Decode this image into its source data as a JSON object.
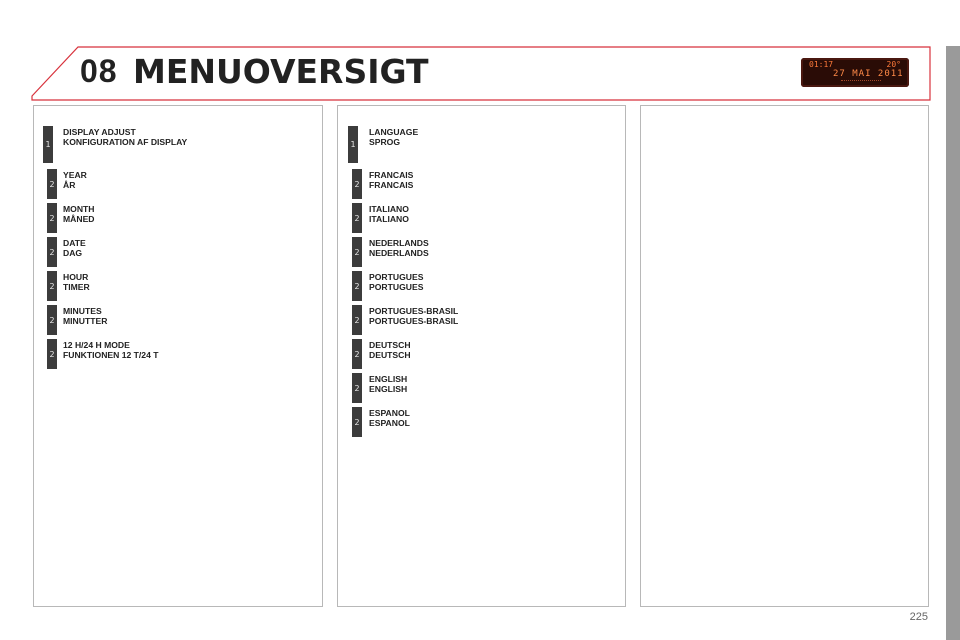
{
  "header": {
    "chapter": "08",
    "title": "MENUOVERSIGT"
  },
  "display": {
    "time": "01:17",
    "temperature": "20°",
    "date": "27 MAI 2011"
  },
  "left_column": [
    {
      "level": "1",
      "lines": [
        "DISPLAY ADJUST",
        "KONFIGURATION AF DISPLAY"
      ]
    },
    {
      "level": "2",
      "lines": [
        "YEAR",
        "ÅR"
      ]
    },
    {
      "level": "2",
      "lines": [
        "MONTH",
        "MÅNED"
      ]
    },
    {
      "level": "2",
      "lines": [
        "DATE",
        "DAG"
      ]
    },
    {
      "level": "2",
      "lines": [
        "HOUR",
        "TIMER"
      ]
    },
    {
      "level": "2",
      "lines": [
        "MINUTES",
        "MINUTTER"
      ]
    },
    {
      "level": "2",
      "lines": [
        "12 H/24 H MODE",
        "FUNKTIONEN 12 T/24 T"
      ]
    }
  ],
  "middle_column": [
    {
      "level": "1",
      "lines": [
        "LANGUAGE",
        "SPROG"
      ]
    },
    {
      "level": "2",
      "lines": [
        "FRANCAIS",
        "FRANCAIS"
      ]
    },
    {
      "level": "2",
      "lines": [
        "ITALIANO",
        "ITALIANO"
      ]
    },
    {
      "level": "2",
      "lines": [
        "NEDERLANDS",
        "NEDERLANDS"
      ]
    },
    {
      "level": "2",
      "lines": [
        "PORTUGUES",
        "PORTUGUES"
      ]
    },
    {
      "level": "2",
      "lines": [
        "PORTUGUES-BRASIL",
        "PORTUGUES-BRASIL"
      ]
    },
    {
      "level": "2",
      "lines": [
        "DEUTSCH",
        "DEUTSCH"
      ]
    },
    {
      "level": "2",
      "lines": [
        "ENGLISH",
        "ENGLISH"
      ]
    },
    {
      "level": "2",
      "lines": [
        "ESPANOL",
        "ESPANOL"
      ]
    }
  ],
  "page_number": "225",
  "colors": {
    "accent_red": "#d8323c",
    "marker_dark": "#3c3c3c",
    "sidebar_gray": "#9a9a9a",
    "display_orange": "#ff7a3a"
  }
}
